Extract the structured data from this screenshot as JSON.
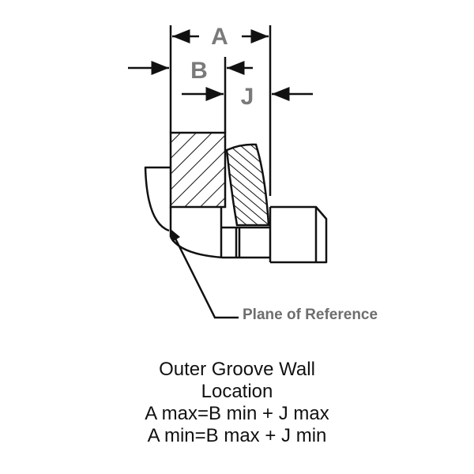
{
  "dimensions": {
    "a": "A",
    "b": "B",
    "j": "J"
  },
  "callout": {
    "label": "Plane of Reference"
  },
  "caption": {
    "line1": "Outer Groove Wall",
    "line2": "Location",
    "line3": "A max=B min + J max",
    "line4": "A min=B max + J min"
  },
  "colors": {
    "line": "#111111",
    "label_gray": "#7a7a7a"
  }
}
